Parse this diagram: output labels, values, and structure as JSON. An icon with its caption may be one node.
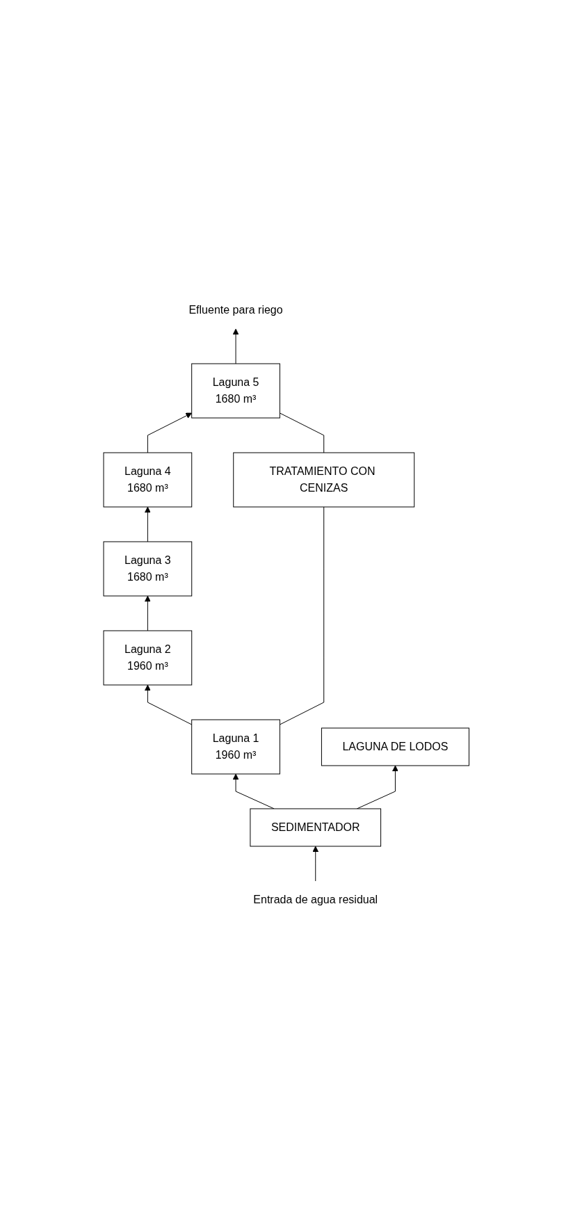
{
  "diagram": {
    "nodes": [
      {
        "text": [
          "Efluente para riego"
        ]
      },
      {
        "text": [
          "Laguna 5",
          "1680 m³"
        ]
      },
      {
        "text": [
          "Laguna 4",
          "1680 m³"
        ]
      },
      {
        "text": [
          "TRATAMIENTO CON CENIZAS"
        ]
      },
      {
        "text": [
          "Laguna 3",
          "1680 m³"
        ]
      },
      {
        "text": [
          "Laguna 2",
          "1960 m³"
        ]
      },
      {
        "text": [
          "Laguna 1",
          "1960 m³"
        ]
      },
      {
        "text": [
          "LAGUNA DE LODOS"
        ]
      },
      {
        "text": [
          "SEDIMENTADOR"
        ]
      },
      {
        "text": [
          "Entrada de agua residual"
        ]
      }
    ],
    "edges": [
      {
        "from": 9,
        "to": 8,
        "arrow": "to"
      },
      {
        "from": 8,
        "to": 6,
        "arrow": "to"
      },
      {
        "from": 6,
        "to": 5,
        "arrow": "to"
      },
      {
        "from": 5,
        "to": 4,
        "arrow": "to"
      },
      {
        "from": 4,
        "to": 2,
        "arrow": "to"
      },
      {
        "from": 2,
        "to": 1,
        "arrow": "to"
      },
      {
        "from": 1,
        "to": 0,
        "arrow": "to"
      },
      {
        "from": 1,
        "to": 3,
        "arrow": "none"
      },
      {
        "from": 3,
        "to": 6,
        "arrow": "none"
      },
      {
        "from": 8,
        "to": 7,
        "arrow": "to"
      }
    ]
  }
}
